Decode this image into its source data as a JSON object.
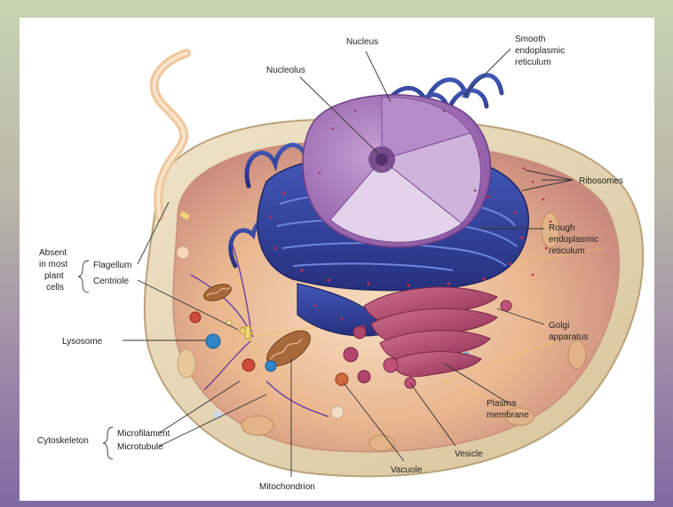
{
  "diagram": {
    "labels": {
      "nucleus": "Nucleus",
      "nucleolus": "Nucleolus",
      "smooth_er": [
        "Smooth",
        "endoplasmic",
        "reticulum"
      ],
      "ribosomes": "Ribosomes",
      "rough_er": [
        "Rough",
        "endoplasmic",
        "reticulum"
      ],
      "golgi": [
        "Golgi",
        "apparatus"
      ],
      "plasma_membrane": [
        "Plasma",
        "membrane"
      ],
      "vesicle": "Vesicle",
      "vacuole": "Vacuole",
      "mitochondrion": "Mitochondrion",
      "microfilament": "Microfilament",
      "microtubule": "Microtubule",
      "cytoskeleton": "Cytoskeleton",
      "lysosome": "Lysosome",
      "flagellum": "Flagellum",
      "centriole": "Centriole",
      "absent": [
        "Absent",
        "in most",
        "plant",
        "cells"
      ]
    },
    "colors": {
      "background_panel": "#ffffff",
      "cell_wall_outer": "#e9d9b8",
      "cytoplasm": "#f2c9a0",
      "nucleus": "#b07cc0",
      "rough_er": "#2f3f9e",
      "smooth_er": "#4a63c4",
      "golgi": "#b2456a",
      "mitochondrion": "#a8693a",
      "lysosome": "#2f86c9"
    }
  }
}
